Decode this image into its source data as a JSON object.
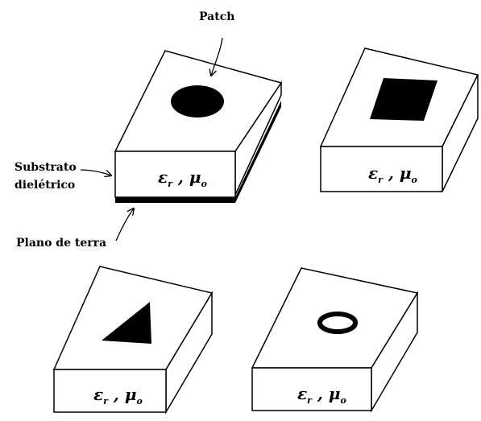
{
  "labels": {
    "patch": "Patch",
    "substrate_line1": "Substrato",
    "substrate_line2": "dielétrico",
    "ground_plane": "Plano de terra"
  },
  "formula": {
    "epsilon": "ε",
    "eps_sub": "r",
    "separator": " , ",
    "mu": "μ",
    "mu_sub": "o"
  },
  "patch_shapes": [
    "ellipse",
    "rectangle",
    "triangle",
    "ring"
  ],
  "colors": {
    "stroke": "#000000",
    "fill": "#ffffff",
    "patch": "#000000"
  }
}
